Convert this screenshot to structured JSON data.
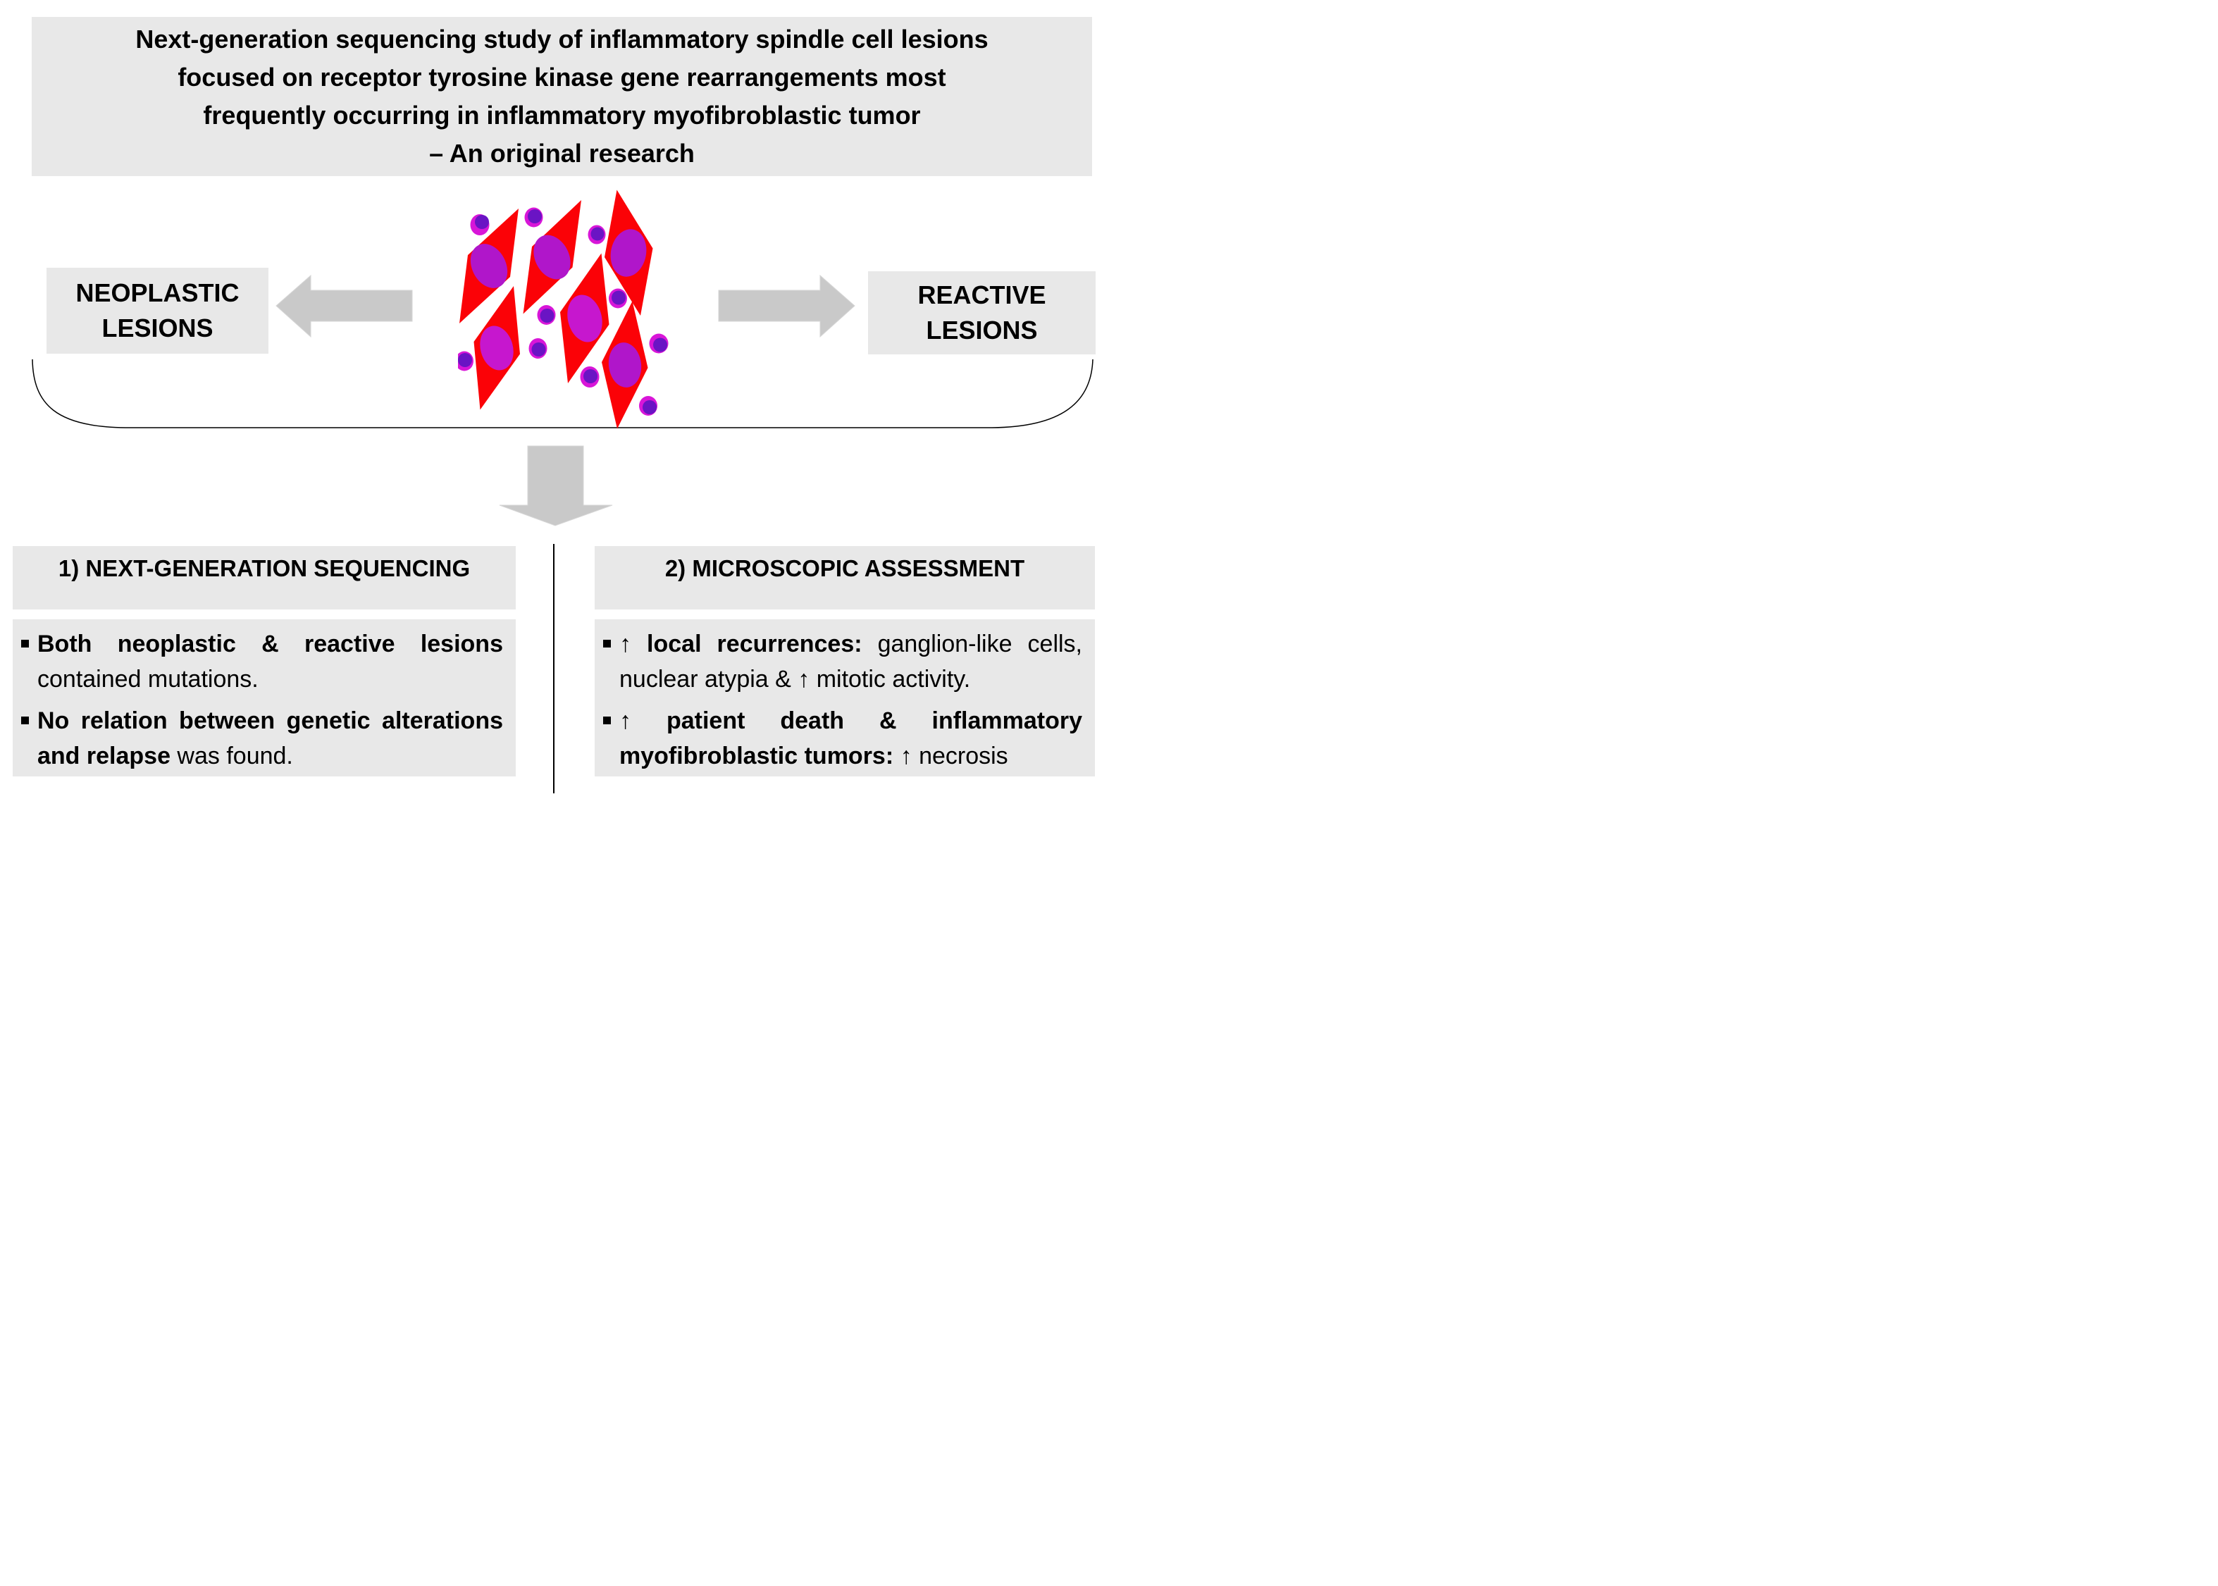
{
  "title": {
    "line1": "Next-generation sequencing study of inflammatory spindle cell lesions",
    "line2": "focused on receptor tyrosine kinase gene rearrangements most",
    "line3": "frequently occurring in inflammatory myofibroblastic tumor",
    "line4": "– An original research"
  },
  "left_label": {
    "line1": "NEOPLASTIC",
    "line2": "LESIONS"
  },
  "right_label": {
    "line1": "REACTIVE",
    "line2": "LESIONS"
  },
  "panels": {
    "ngs": {
      "header": "1) NEXT-GENERATION SEQUENCING",
      "bullet1": {
        "pre": "",
        "bold": "Both neoplastic & reactive lesions",
        "rest": " contained mutations."
      },
      "bullet2": {
        "pre": "",
        "bold": "No relation between genetic alterations and relapse",
        "rest": " was found."
      }
    },
    "micro": {
      "header": "2) MICROSCOPIC ASSESSMENT",
      "bullet1": {
        "pre": "↑ ",
        "bold": "local recurrences:",
        "rest": " ganglion-like cells, nuclear atypia & ↑ mitotic activity."
      },
      "bullet2": {
        "pre": "↑ ",
        "bold": "patient death & inflammatory myofibroblastic tumors:",
        "rest": " ↑ necrosis"
      }
    }
  },
  "illustration": {
    "label": "spindle-cell-cluster",
    "red_spindle_cells": 6,
    "small_round_cells": 10
  },
  "colors": {
    "box_bg": "#E8E8E8",
    "arrow_fill": "#C9C9C9",
    "line": "#000000",
    "cell_red": "#FB0207",
    "nucleus": "#B016CA",
    "nucleus_bright": "#C617CE",
    "small_outer": "#D816D8",
    "small_inner": "#6A14C4"
  }
}
